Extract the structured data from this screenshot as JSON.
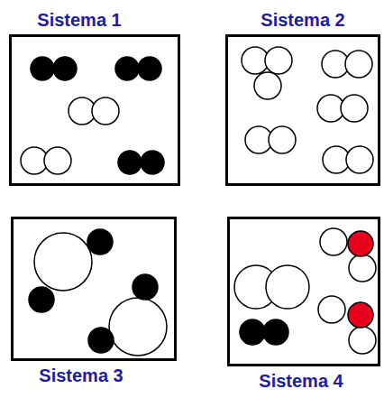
{
  "diagram": {
    "nodes": [
      {
        "text": [
          "Sistema 1"
        ]
      },
      {
        "text": [
          "Sistema 2"
        ]
      },
      {
        "text": [
          "Sistema 3"
        ]
      },
      {
        "text": [
          "Sistema 4"
        ]
      }
    ]
  }
}
